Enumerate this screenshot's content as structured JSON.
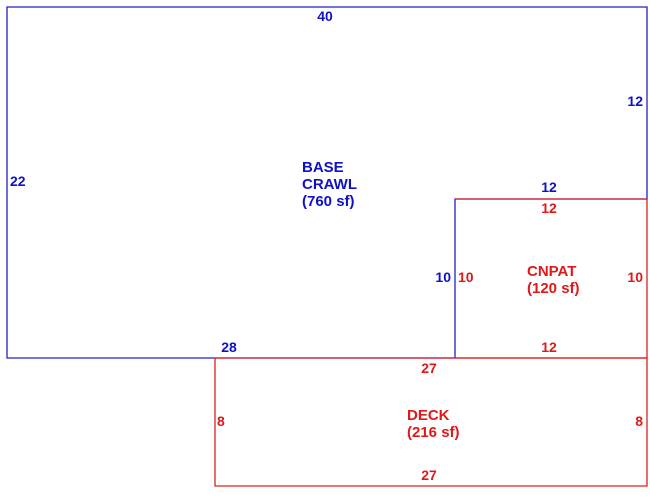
{
  "colors": {
    "base": "#2020c8",
    "addition": "#e02020"
  },
  "areas": {
    "base": {
      "line1": "BASE",
      "line2": "CRAWL",
      "line3": "(760 sf)"
    },
    "cnpat": {
      "line1": "CNPAT",
      "line2": "(120 sf)"
    },
    "deck": {
      "line1": "DECK",
      "line2": "(216 sf)"
    }
  },
  "dimensions": {
    "base_top": "40",
    "base_left": "22",
    "base_right": "12",
    "base_notch_top": "12",
    "base_notch_side": "10",
    "base_bottom": "28",
    "cnpat_top": "12",
    "cnpat_left": "10",
    "cnpat_right": "10",
    "cnpat_bottom": "12",
    "deck_top": "27",
    "deck_left": "8",
    "deck_right": "8",
    "deck_bottom": "27"
  }
}
